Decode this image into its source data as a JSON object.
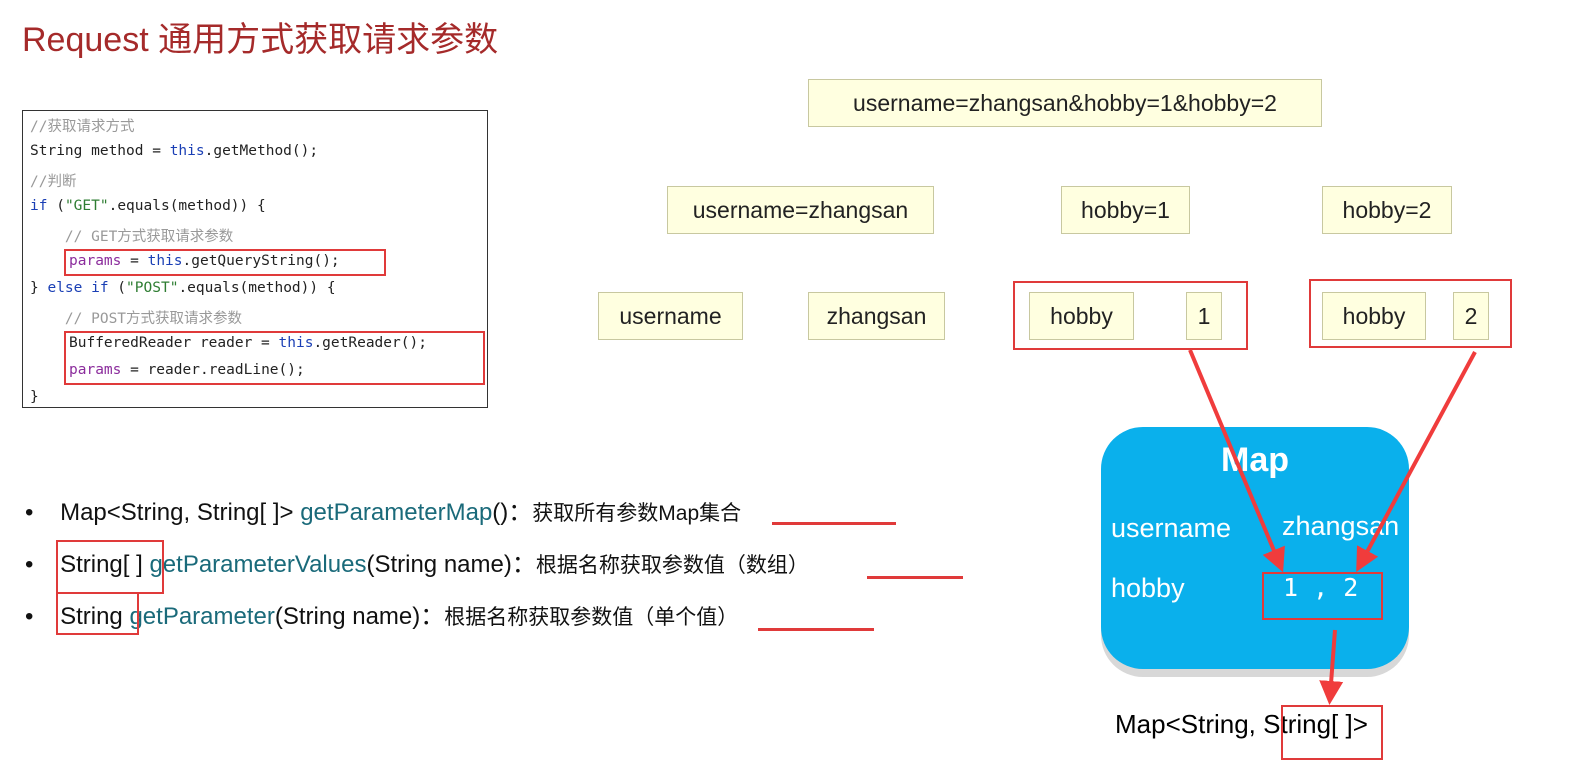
{
  "title": "Request 通用方式获取请求参数",
  "code": {
    "l1": "//获取请求方式",
    "l2a": "String method = ",
    "l2b": "this",
    ".l2c": "",
    "l2c": ".getMethod();",
    "l3": "//判断",
    "l4a": "if",
    " l4b": "",
    "l4b": " (",
    "l4c": "\"GET\"",
    "l4d": ".equals(method)) {",
    "l5": "    // GET方式获取请求参数",
    "l6a": "params",
    "l6b": " = ",
    "l6c": "this",
    "l6d": ".getQueryString();",
    "l7a": "} ",
    "l7b": "else if",
    " l7c": "",
    "l7c": " (",
    "l7d": "\"POST\"",
    "l7e": ".equals(method)) {",
    "l8": "    // POST方式获取请求参数",
    "l9a": "BufferedReader reader = ",
    "l9b": "this",
    "l9c": ".getReader();",
    "l10a": "params",
    "l10b": " = reader.readLine();",
    "l11": "}"
  },
  "diagram": {
    "query": "username=zhangsan&hobby=1&hobby=2",
    "pairs": [
      "username=zhangsan",
      "hobby=1",
      "hobby=2"
    ],
    "parts": [
      "username",
      "zhangsan",
      "hobby",
      "1",
      "hobby",
      "2"
    ],
    "map_title": "Map",
    "map_rows": [
      [
        "username",
        "zhangsan"
      ],
      [
        "hobby",
        "1 , 2"
      ]
    ],
    "result_type_a": "Map<String, ",
    "result_type_b": "String[ ]",
    "result_type_c": ">"
  },
  "bullets": [
    {
      "ret": "Map<String, String[ ]> ",
      "method": "getParameterMap",
      "args": "()：",
      "desc": "获取所有参数",
      "desc_ul": "Map集合"
    },
    {
      "ret": "String[ ]",
      "method": " getParameterValues",
      "args": "(String name)：",
      "desc": "根据名称获取参数值",
      "desc_ul": "（数组）"
    },
    {
      "ret": "String",
      "method": " getParameter",
      "args": "(String name)：",
      "desc": "根据名称获取参数值",
      "desc_ul": "（单个值）"
    }
  ],
  "colors": {
    "accent": "#a52a2a",
    "map": "#0ab0ec",
    "highlight": "#e03a3a"
  }
}
